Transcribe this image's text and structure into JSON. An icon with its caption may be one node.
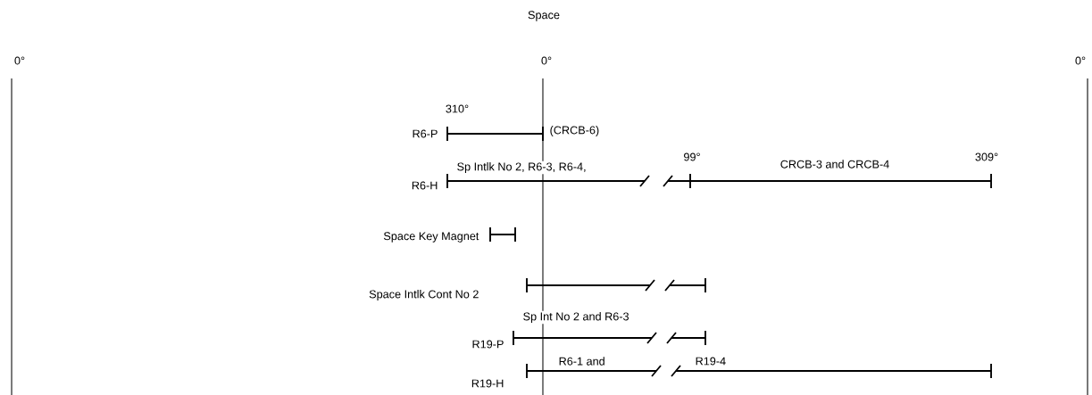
{
  "diagram": {
    "labels": [
      "Space",
      "0°",
      "0°",
      "0°",
      "310°",
      "R6-P",
      "(CRCB-6)",
      "Sp Intlk No 2, R6-3, R6-4,",
      "99°",
      "CRCB-3 and CRCB-4",
      "309°",
      "R6-H",
      "Space Key Magnet",
      "Space Intlk Cont No 2",
      "Sp Int No 2 and R6-3",
      "R19-P",
      "R6-1 and",
      "R19-4",
      "R19-H"
    ]
  }
}
